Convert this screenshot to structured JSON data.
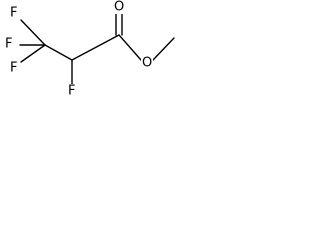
{
  "molecule": {
    "atoms": {
      "fluorine_upper_left": "F",
      "fluorine_left": "F",
      "fluorine_lower_left": "F",
      "fluorine_alpha": "F",
      "oxygen_carbonyl": "O",
      "oxygen_ester": "O"
    }
  }
}
